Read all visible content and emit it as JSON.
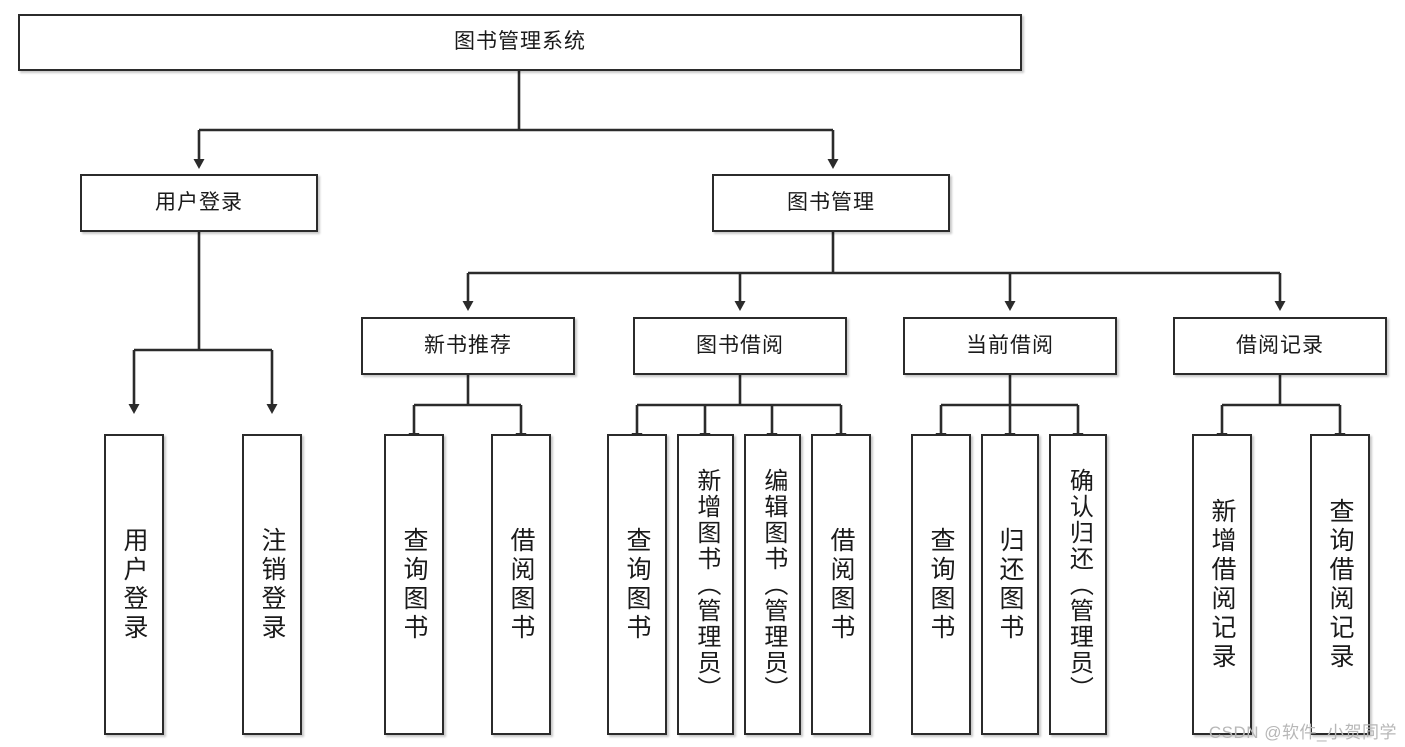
{
  "diagram": {
    "type": "tree",
    "root": {
      "label": "图书管理系统"
    },
    "level2": [
      {
        "label": "用户登录"
      },
      {
        "label": "图书管理"
      }
    ],
    "level3": [
      {
        "label": "新书推荐"
      },
      {
        "label": "图书借阅"
      },
      {
        "label": "当前借阅"
      },
      {
        "label": "借阅记录"
      }
    ],
    "leaves": {
      "user_login": [
        {
          "label": "用户登录"
        },
        {
          "label": "注销登录"
        }
      ],
      "new_book_recommend": [
        {
          "label": "查询图书"
        },
        {
          "label": "借阅图书"
        }
      ],
      "book_borrow": [
        {
          "label": "查询图书"
        },
        {
          "label": "新增图书（管理员）"
        },
        {
          "label": "编辑图书（管理员）"
        },
        {
          "label": "借阅图书"
        }
      ],
      "current_borrow": [
        {
          "label": "查询图书"
        },
        {
          "label": "归还图书"
        },
        {
          "label": "确认归还（管理员）"
        }
      ],
      "borrow_record": [
        {
          "label": "新增借阅记录"
        },
        {
          "label": "查询借阅记录"
        }
      ]
    }
  },
  "watermark": {
    "text": "CSDN @软件_小贺同学"
  },
  "colors": {
    "stroke": "#2b2b2b",
    "fill": "#ffffff",
    "text": "#1a1a1a",
    "watermark": "#b7b7b7"
  }
}
